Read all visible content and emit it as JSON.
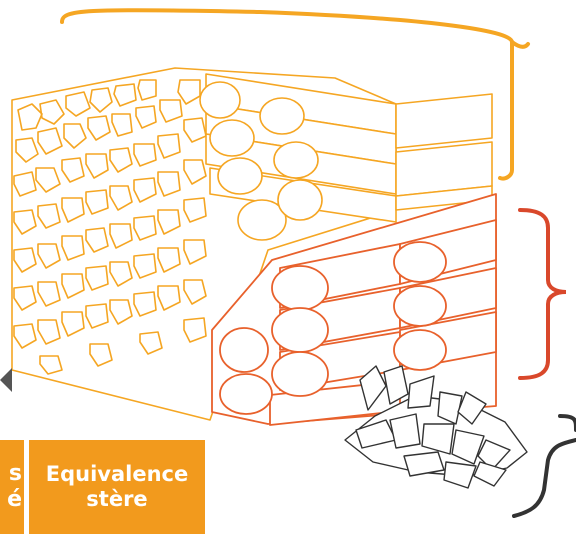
{
  "badge": {
    "left_partial_line1": "s",
    "left_partial_line2": "é",
    "title_line1": "Equivalence",
    "title_line2": "stère"
  },
  "colors": {
    "log_light": "#f5a623",
    "log_dark": "#e8612c",
    "brace_top": "#f5a623",
    "brace_mid": "#d9482b",
    "brace_bottom": "#333333",
    "chips": "#333333",
    "badge_bg": "#f29a1d",
    "badge_text": "#ffffff"
  },
  "sections": [
    {
      "name": "logs-1m",
      "color": "#f5a623"
    },
    {
      "name": "logs-cut",
      "color": "#e8612c"
    },
    {
      "name": "wood-chips",
      "color": "#333333"
    }
  ]
}
